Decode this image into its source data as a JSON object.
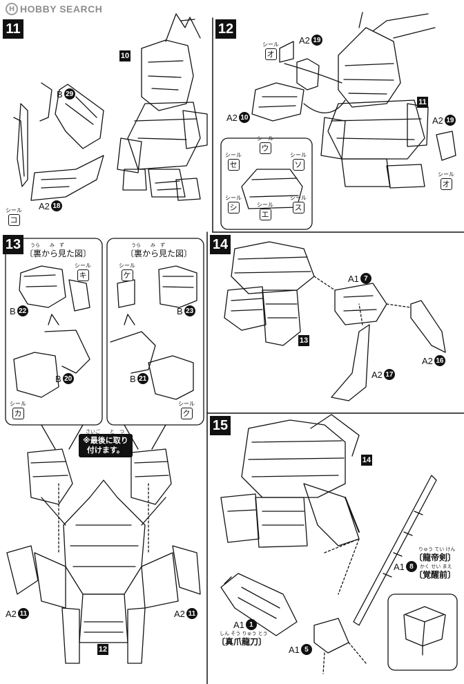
{
  "header": {
    "logo_badge": "H",
    "logo_text": "HOBBY SEARCH"
  },
  "steps": [
    {
      "number": "11",
      "labels": {
        "part_b": "B",
        "part_b_num": "29",
        "ref": "10",
        "part_a2": "A2",
        "part_a2_num": "18",
        "seal_word": "シール",
        "seal_glyph": "コ"
      }
    },
    {
      "number": "12",
      "labels": {
        "ref": "11",
        "part_a2_top": "A2",
        "part_a2_top_num": "19",
        "part_a2_left": "A2",
        "part_a2_left_num": "10",
        "part_a2_right": "A2",
        "part_a2_right_num": "19",
        "seal_word": "シール",
        "seal_top": "オ",
        "seal_right": "オ",
        "seal_u": "ウ",
        "seal_se": "セ",
        "seal_so": "ソ",
        "seal_shi": "シ",
        "seal_e": "エ",
        "seal_su": "ス"
      }
    },
    {
      "number": "13",
      "labels": {
        "left_view": "〔裏から見た図〕",
        "right_view": "〔裏から見た図〕",
        "left_ruby": "うら　　み　ず",
        "right_ruby": "うら　　み　ず",
        "seal_word": "シール",
        "seal_ki": "キ",
        "seal_ke": "ケ",
        "seal_ka": "カ",
        "seal_ku": "ク",
        "b22": "B",
        "b22_num": "22",
        "b23": "B",
        "b23_num": "23",
        "b20": "B",
        "b20_num": "20",
        "b21": "B",
        "b21_num": "21",
        "note_line1": "※最後に取り",
        "note_line2": "付けます。",
        "note_ruby": "さいご　　と　つ",
        "a2_left": "A2",
        "a2_left_num": "11",
        "a2_right": "A2",
        "a2_right_num": "11",
        "ref": "12"
      }
    },
    {
      "number": "14",
      "labels": {
        "a1": "A1",
        "a1_num": "7",
        "ref": "13",
        "a2_16": "A2",
        "a2_16_num": "16",
        "a2_17": "A2",
        "a2_17_num": "17"
      }
    },
    {
      "number": "15",
      "labels": {
        "ref": "14",
        "a1_8": "A1",
        "a1_8_num": "8",
        "ryuteiken": "〔龍帝剣〕",
        "ryuteiken_ruby": "りゅう てい けん",
        "kakusei": "〔覚醒前〕",
        "kakusei_ruby": "かく せい まえ",
        "a1_1": "A1",
        "a1_1_num": "1",
        "shinsou": "〔真爪龍刀〕",
        "shinsou_ruby": "しん そう りゅう とう",
        "a1_5": "A1",
        "a1_5_num": "5"
      }
    }
  ]
}
